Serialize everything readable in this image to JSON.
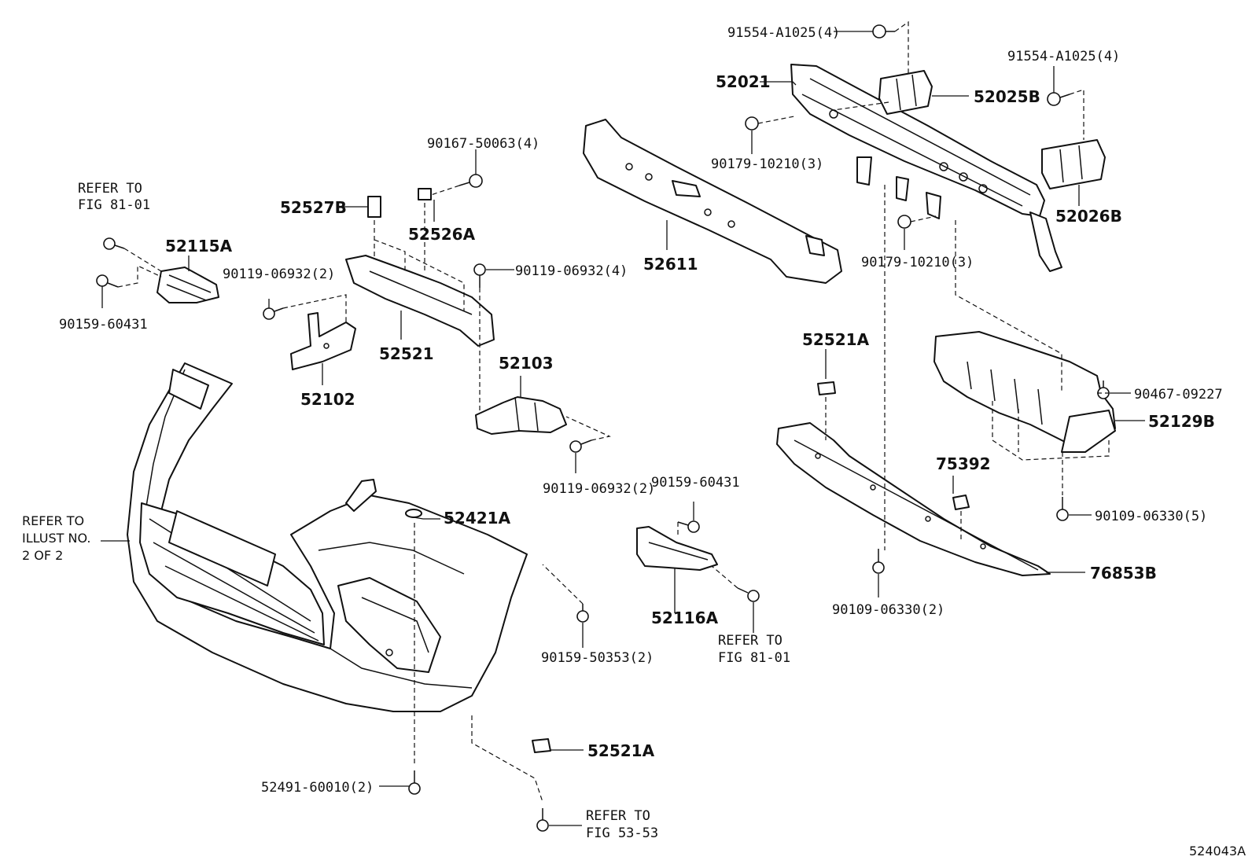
{
  "labels": {
    "p91554_top": "91554-A1025(4)",
    "p91554_right": "91554-A1025(4)",
    "p52021": "52021",
    "p52025B": "52025B",
    "p90179_a": "90179-10210(3)",
    "p90179_b": "90179-10210(3)",
    "p52026B": "52026B",
    "p90167": "90167-50063(4)",
    "p52527B": "52527B",
    "p52526A": "52526A",
    "p52611": "52611",
    "refer_81_01_a_line1": "REFER TO",
    "refer_81_01_a_line2": "FIG 81-01",
    "p52115A": "52115A",
    "p90159_60431_a": "90159-60431",
    "p90119_a": "90119-06932(2)",
    "p90119_b": "90119-06932(4)",
    "p52521": "52521",
    "p52102": "52102",
    "p52103": "52103",
    "p90119_c": "90119-06932(2)",
    "p52521A_a": "52521A",
    "p90467": "90467-09227",
    "p52129B": "52129B",
    "p75392": "75392",
    "p90109_a": "90109-06330(5)",
    "p76853B": "76853B",
    "p90109_b": "90109-06330(2)",
    "refer_illust_line1": "REFER TO",
    "refer_illust_line2": "ILLUST NO.",
    "refer_illust_line3": "2 OF 2",
    "p52421A": "52421A",
    "p90159_60431_b": "90159-60431",
    "p52116A": "52116A",
    "refer_81_01_b_line1": "REFER TO",
    "refer_81_01_b_line2": "FIG 81-01",
    "p90159_50353": "90159-50353(2)",
    "p52521A_b": "52521A",
    "p52491": "52491-60010(2)",
    "refer_53_53_line1": "REFER TO",
    "refer_53_53_line2": "FIG 53-53",
    "diagram_id": "524043A"
  }
}
